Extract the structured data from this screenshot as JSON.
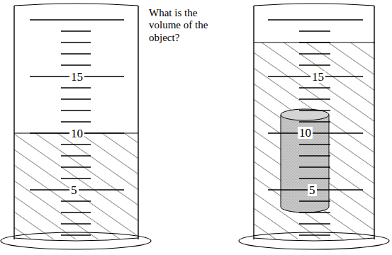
{
  "diagram": {
    "labels": [
      "15",
      "10",
      "5",
      "What is the volume of the object?",
      "15",
      "10",
      "5"
    ]
  }
}
